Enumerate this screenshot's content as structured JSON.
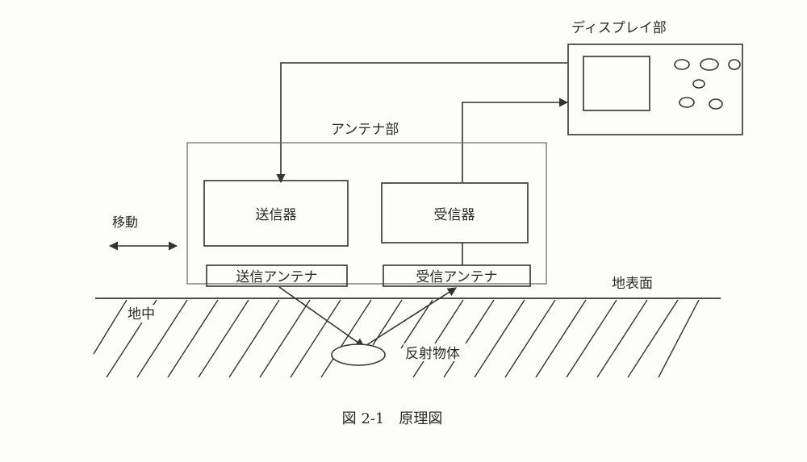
{
  "labels": {
    "display_unit": "ディスプレイ部",
    "antenna_unit": "アンテナ部",
    "transmitter": "送信器",
    "receiver": "受信器",
    "tx_antenna": "送信アンテナ",
    "rx_antenna": "受信アンテナ",
    "movement": "移動",
    "ground_surface": "地表面",
    "underground": "地中",
    "reflector": "反射物体",
    "caption": "図 2-1　原理図"
  },
  "colors": {
    "line": "#333333",
    "background": "#fdfdfb"
  }
}
